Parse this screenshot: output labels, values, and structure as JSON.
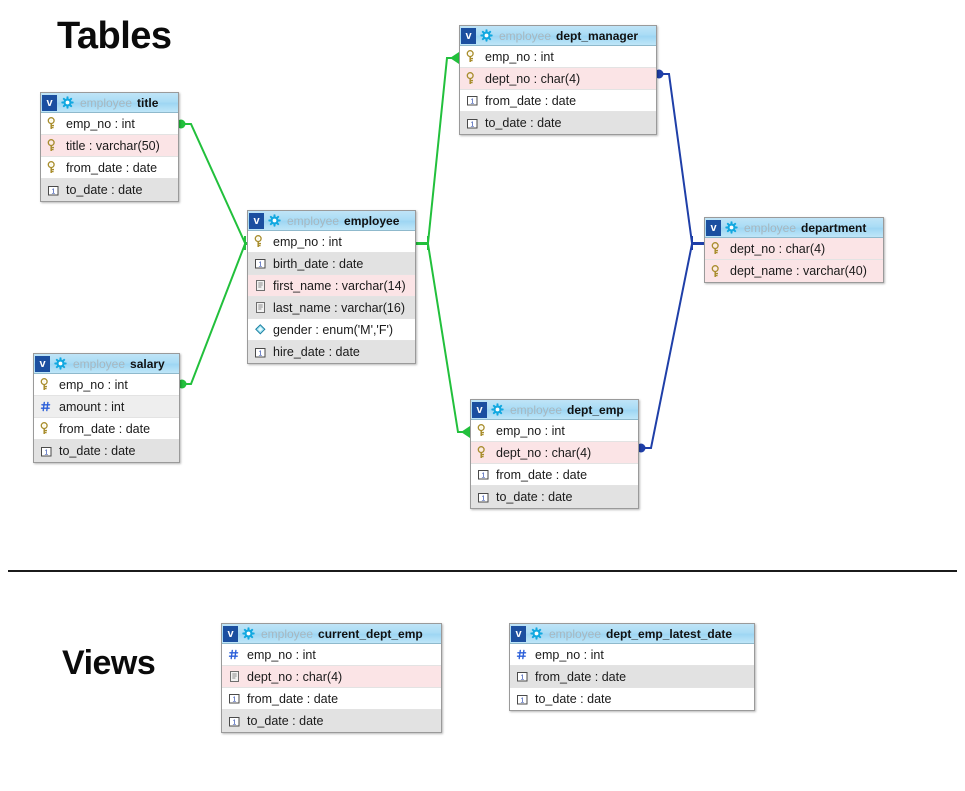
{
  "diagram": {
    "sections": [
      {
        "id": "tables",
        "label": "Tables"
      },
      {
        "id": "views",
        "label": "Views"
      }
    ],
    "colors": {
      "fk_edge_green": "#22c03c",
      "fk_edge_blue": "#1f3fa8",
      "header_blue": "#a5daf4",
      "badge_blue": "#1b4fa0",
      "pk_row_pink": "#fbe4e6",
      "alt_row_grey": "#e2e2e2",
      "gear_cyan": "#12a8e0",
      "key_gold": "#c8a93a",
      "hash_blue": "#2b5fd9"
    },
    "entities": [
      {
        "id": "title",
        "badge": "v",
        "schema": "employee",
        "name": "title",
        "kind": "table",
        "columns": [
          {
            "icon": "key-icon",
            "text": "emp_no : int",
            "shade": "plain"
          },
          {
            "icon": "key-icon",
            "text": "title : varchar(50)",
            "shade": "pink"
          },
          {
            "icon": "key-icon",
            "text": "from_date : date",
            "shade": "plain"
          },
          {
            "icon": "date-icon",
            "text": "to_date : date",
            "shade": "grey"
          }
        ]
      },
      {
        "id": "employee",
        "badge": "v",
        "schema": "employee",
        "name": "employee",
        "kind": "table",
        "columns": [
          {
            "icon": "key-icon",
            "text": "emp_no : int",
            "shade": "plain"
          },
          {
            "icon": "date-icon",
            "text": "birth_date : date",
            "shade": "grey"
          },
          {
            "icon": "text-icon",
            "text": "first_name : varchar(14)",
            "shade": "pink"
          },
          {
            "icon": "text-icon",
            "text": "last_name : varchar(16)",
            "shade": "grey"
          },
          {
            "icon": "enum-icon",
            "text": "gender : enum('M','F')",
            "shade": "plain"
          },
          {
            "icon": "date-icon",
            "text": "hire_date : date",
            "shade": "grey"
          }
        ]
      },
      {
        "id": "salary",
        "badge": "v",
        "schema": "employee",
        "name": "salary",
        "kind": "table",
        "columns": [
          {
            "icon": "key-icon",
            "text": "emp_no : int",
            "shade": "plain"
          },
          {
            "icon": "number-icon",
            "text": "amount : int",
            "shade": "lgrey"
          },
          {
            "icon": "key-icon",
            "text": "from_date : date",
            "shade": "plain"
          },
          {
            "icon": "date-icon",
            "text": "to_date : date",
            "shade": "grey"
          }
        ]
      },
      {
        "id": "dept_manager",
        "badge": "v",
        "schema": "employee",
        "name": "dept_manager",
        "kind": "table",
        "columns": [
          {
            "icon": "key-icon",
            "text": "emp_no : int",
            "shade": "plain"
          },
          {
            "icon": "key-icon",
            "text": "dept_no : char(4)",
            "shade": "pink"
          },
          {
            "icon": "date-icon",
            "text": "from_date : date",
            "shade": "plain"
          },
          {
            "icon": "date-icon",
            "text": "to_date : date",
            "shade": "grey"
          }
        ]
      },
      {
        "id": "dept_emp",
        "badge": "v",
        "schema": "employee",
        "name": "dept_emp",
        "kind": "table",
        "columns": [
          {
            "icon": "key-icon",
            "text": "emp_no : int",
            "shade": "plain"
          },
          {
            "icon": "key-icon",
            "text": "dept_no : char(4)",
            "shade": "pink"
          },
          {
            "icon": "date-icon",
            "text": "from_date : date",
            "shade": "plain"
          },
          {
            "icon": "date-icon",
            "text": "to_date : date",
            "shade": "grey"
          }
        ]
      },
      {
        "id": "department",
        "badge": "v",
        "schema": "employee",
        "name": "department",
        "kind": "table",
        "columns": [
          {
            "icon": "key-icon",
            "text": "dept_no : char(4)",
            "shade": "pink"
          },
          {
            "icon": "key-icon",
            "text": "dept_name : varchar(40)",
            "shade": "pink"
          }
        ]
      },
      {
        "id": "current_dept_emp",
        "badge": "v",
        "schema": "employee",
        "name": "current_dept_emp",
        "kind": "view",
        "columns": [
          {
            "icon": "number-icon",
            "text": "emp_no : int",
            "shade": "plain"
          },
          {
            "icon": "text-icon",
            "text": "dept_no : char(4)",
            "shade": "pink"
          },
          {
            "icon": "date-icon",
            "text": "from_date : date",
            "shade": "plain"
          },
          {
            "icon": "date-icon",
            "text": "to_date : date",
            "shade": "grey"
          }
        ]
      },
      {
        "id": "dept_emp_latest_date",
        "badge": "v",
        "schema": "employee",
        "name": "dept_emp_latest_date",
        "kind": "view",
        "columns": [
          {
            "icon": "number-icon",
            "text": "emp_no : int",
            "shade": "plain"
          },
          {
            "icon": "date-icon",
            "text": "from_date : date",
            "shade": "grey"
          },
          {
            "icon": "date-icon",
            "text": "to_date : date",
            "shade": "plain"
          }
        ]
      }
    ],
    "relationships": [
      {
        "id": "title-employee",
        "from": "title",
        "to": "employee",
        "color": "green"
      },
      {
        "id": "salary-employee",
        "from": "salary",
        "to": "employee",
        "color": "green"
      },
      {
        "id": "employee-dept_manager",
        "from": "employee",
        "to": "dept_manager",
        "color": "green"
      },
      {
        "id": "employee-dept_emp",
        "from": "employee",
        "to": "dept_emp",
        "color": "green"
      },
      {
        "id": "dept_manager-department",
        "from": "dept_manager",
        "to": "department",
        "color": "blue"
      },
      {
        "id": "department-dept_emp",
        "from": "department",
        "to": "dept_emp",
        "color": "blue"
      }
    ]
  }
}
